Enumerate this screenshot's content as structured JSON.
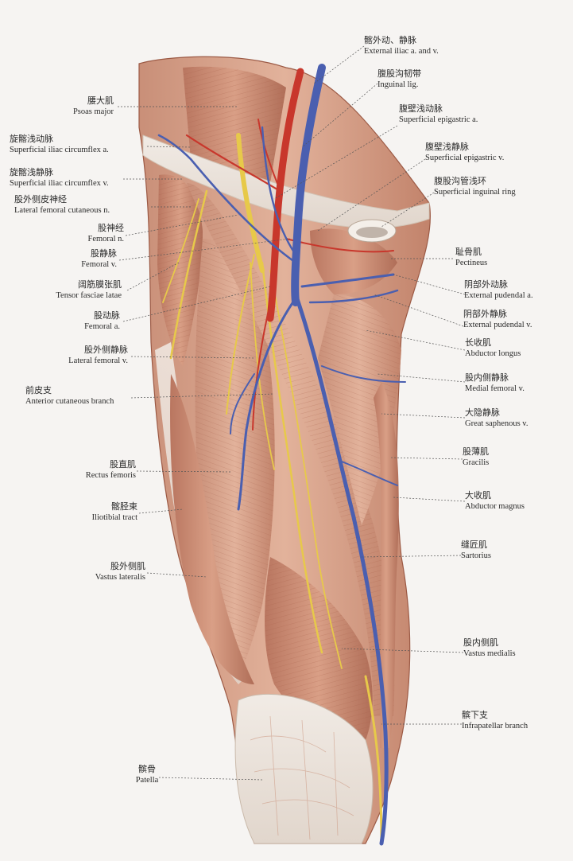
{
  "labels": [
    {
      "id": "psoas-major",
      "zh": "腰大肌",
      "en": "Psoas major"
    },
    {
      "id": "superficial-iliac-circumflex-a",
      "zh": "旋髂浅动脉",
      "en": "Superficial iliac circumflex a."
    },
    {
      "id": "superficial-iliac-circumflex-v",
      "zh": "旋髂浅静脉",
      "en": "Superficial iliac circumflex v."
    },
    {
      "id": "lateral-femoral-cutaneous-n",
      "zh": "股外侧皮神经",
      "en": "Lateral femoral cutaneous n."
    },
    {
      "id": "femoral-n",
      "zh": "股神经",
      "en": "Femoral n."
    },
    {
      "id": "femoral-v",
      "zh": "股静脉",
      "en": "Femoral v."
    },
    {
      "id": "tensor-fasciae-latae",
      "zh": "阔筋膜张肌",
      "en": "Tensor fasciae latae"
    },
    {
      "id": "femoral-a",
      "zh": "股动脉",
      "en": "Femoral a."
    },
    {
      "id": "lateral-femoral-v",
      "zh": "股外侧静脉",
      "en": "Lateral femoral v."
    },
    {
      "id": "anterior-cutaneous-branch",
      "zh": "前皮支",
      "en": "Anterior cutaneous branch"
    },
    {
      "id": "rectus-femoris",
      "zh": "股直肌",
      "en": "Rectus femoris"
    },
    {
      "id": "iliotibial-tract",
      "zh": "髂胫束",
      "en": "Iliotibial tract"
    },
    {
      "id": "vastus-lateralis",
      "zh": "股外侧肌",
      "en": "Vastus lateralis"
    },
    {
      "id": "patella",
      "zh": "髌骨",
      "en": "Patella"
    },
    {
      "id": "external-iliac-av",
      "zh": "髂外动、静脉",
      "en": "External iliac a. and v."
    },
    {
      "id": "inguinal-lig",
      "zh": "腹股沟韧带",
      "en": "Inguinal lig."
    },
    {
      "id": "superficial-epigastric-a",
      "zh": "腹壁浅动脉",
      "en": "Superficial epigastric a."
    },
    {
      "id": "superficial-epigastric-v",
      "zh": "腹壁浅静脉",
      "en": "Superficial epigastric v."
    },
    {
      "id": "superficial-inguinal-ring",
      "zh": "腹股沟管浅环",
      "en": "Superficial inguinal ring"
    },
    {
      "id": "pectineus",
      "zh": "耻骨肌",
      "en": "Pectineus"
    },
    {
      "id": "external-pudendal-a",
      "zh": "阴部外动脉",
      "en": "External pudendal a."
    },
    {
      "id": "external-pudendal-v",
      "zh": "阴部外静脉",
      "en": "External pudendal v."
    },
    {
      "id": "abductor-longus",
      "zh": "长收肌",
      "en": "Abductor longus"
    },
    {
      "id": "medial-femoral-v",
      "zh": "股内侧静脉",
      "en": "Medial femoral v."
    },
    {
      "id": "great-saphenous-v",
      "zh": "大隐静脉",
      "en": "Great saphenous v."
    },
    {
      "id": "gracilis",
      "zh": "股薄肌",
      "en": "Gracilis"
    },
    {
      "id": "abductor-magnus",
      "zh": "大收肌",
      "en": "Abductor magnus"
    },
    {
      "id": "sartorius",
      "zh": "缝匠肌",
      "en": "Sartorius"
    },
    {
      "id": "vastus-medialis",
      "zh": "股内侧肌",
      "en": "Vastus medialis"
    },
    {
      "id": "infrapatellar-branch",
      "zh": "髌下支",
      "en": "Infrapatellar branch"
    }
  ],
  "colors": {
    "background": "#f6f4f2",
    "muscle": "#d9a38a",
    "muscle_dark": "#b9745c",
    "tendon": "#ece4dc",
    "artery": "#c8372c",
    "vein": "#4a5fb0",
    "nerve": "#e7c94a",
    "leader": "#555555"
  }
}
